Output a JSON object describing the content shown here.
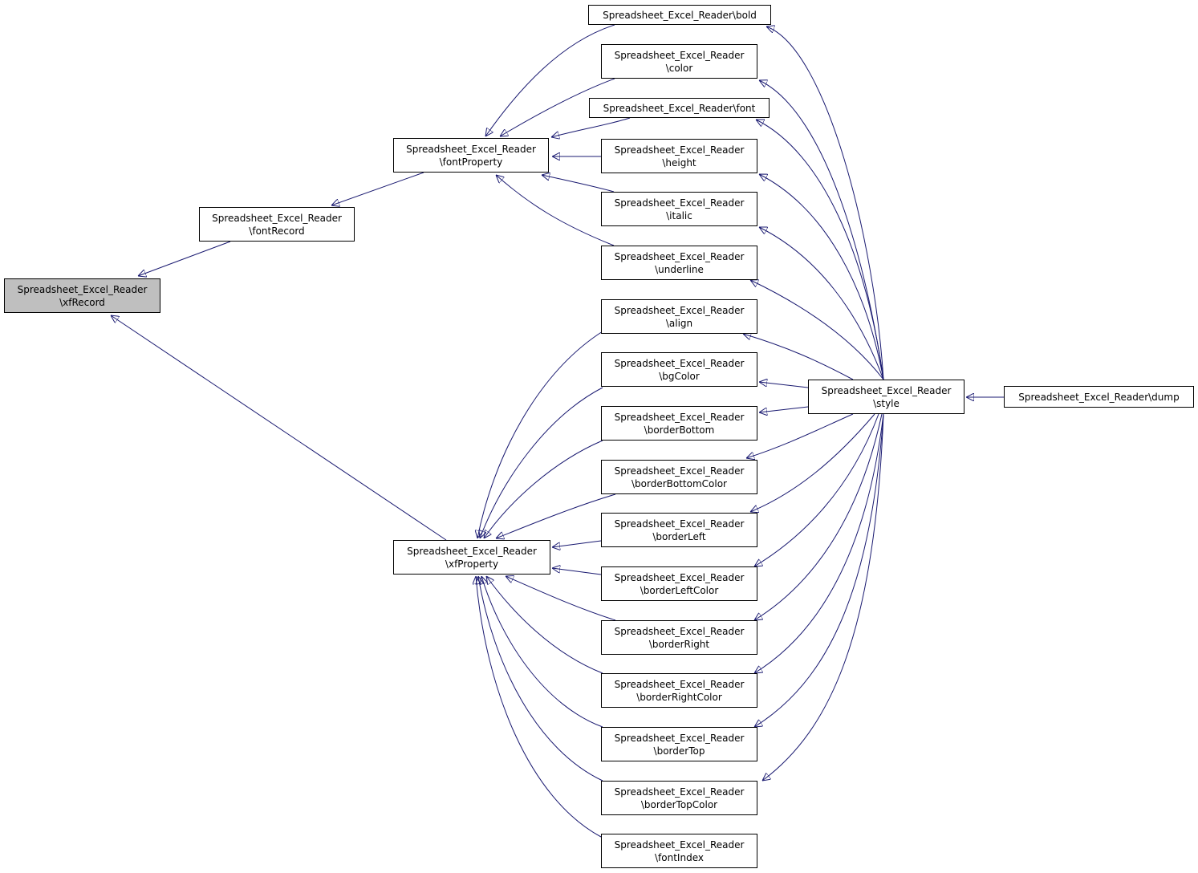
{
  "diagram": {
    "colors": {
      "edge": "#191970",
      "node_border": "#000000",
      "node_fill": "#ffffff",
      "focus_fill": "#bfbfbf"
    },
    "nodes": [
      {
        "id": "xfRecord",
        "lines": [
          "Spreadsheet_Excel_Reader",
          "\\xfRecord"
        ],
        "focus": true
      },
      {
        "id": "fontRecord",
        "lines": [
          "Spreadsheet_Excel_Reader",
          "\\fontRecord"
        ]
      },
      {
        "id": "fontProperty",
        "lines": [
          "Spreadsheet_Excel_Reader",
          "\\fontProperty"
        ]
      },
      {
        "id": "xfProperty",
        "lines": [
          "Spreadsheet_Excel_Reader",
          "\\xfProperty"
        ]
      },
      {
        "id": "bold",
        "lines": [
          "Spreadsheet_Excel_Reader\\bold"
        ]
      },
      {
        "id": "color",
        "lines": [
          "Spreadsheet_Excel_Reader",
          "\\color"
        ]
      },
      {
        "id": "font",
        "lines": [
          "Spreadsheet_Excel_Reader\\font"
        ]
      },
      {
        "id": "height",
        "lines": [
          "Spreadsheet_Excel_Reader",
          "\\height"
        ]
      },
      {
        "id": "italic",
        "lines": [
          "Spreadsheet_Excel_Reader",
          "\\italic"
        ]
      },
      {
        "id": "underline",
        "lines": [
          "Spreadsheet_Excel_Reader",
          "\\underline"
        ]
      },
      {
        "id": "align",
        "lines": [
          "Spreadsheet_Excel_Reader",
          "\\align"
        ]
      },
      {
        "id": "bgColor",
        "lines": [
          "Spreadsheet_Excel_Reader",
          "\\bgColor"
        ]
      },
      {
        "id": "borderBottom",
        "lines": [
          "Spreadsheet_Excel_Reader",
          "\\borderBottom"
        ]
      },
      {
        "id": "borderBottomColor",
        "lines": [
          "Spreadsheet_Excel_Reader",
          "\\borderBottomColor"
        ]
      },
      {
        "id": "borderLeft",
        "lines": [
          "Spreadsheet_Excel_Reader",
          "\\borderLeft"
        ]
      },
      {
        "id": "borderLeftColor",
        "lines": [
          "Spreadsheet_Excel_Reader",
          "\\borderLeftColor"
        ]
      },
      {
        "id": "borderRight",
        "lines": [
          "Spreadsheet_Excel_Reader",
          "\\borderRight"
        ]
      },
      {
        "id": "borderRightColor",
        "lines": [
          "Spreadsheet_Excel_Reader",
          "\\borderRightColor"
        ]
      },
      {
        "id": "borderTop",
        "lines": [
          "Spreadsheet_Excel_Reader",
          "\\borderTop"
        ]
      },
      {
        "id": "borderTopColor",
        "lines": [
          "Spreadsheet_Excel_Reader",
          "\\borderTopColor"
        ]
      },
      {
        "id": "fontIndex",
        "lines": [
          "Spreadsheet_Excel_Reader",
          "\\fontIndex"
        ]
      },
      {
        "id": "style",
        "lines": [
          "Spreadsheet_Excel_Reader",
          "\\style"
        ]
      },
      {
        "id": "dump",
        "lines": [
          "Spreadsheet_Excel_Reader\\dump"
        ]
      }
    ],
    "edges": [
      {
        "from": "fontRecord",
        "to": "xfRecord"
      },
      {
        "from": "xfProperty",
        "to": "xfRecord"
      },
      {
        "from": "fontProperty",
        "to": "fontRecord"
      },
      {
        "from": "bold",
        "to": "fontProperty"
      },
      {
        "from": "color",
        "to": "fontProperty"
      },
      {
        "from": "font",
        "to": "fontProperty"
      },
      {
        "from": "height",
        "to": "fontProperty"
      },
      {
        "from": "italic",
        "to": "fontProperty"
      },
      {
        "from": "underline",
        "to": "fontProperty"
      },
      {
        "from": "align",
        "to": "xfProperty"
      },
      {
        "from": "bgColor",
        "to": "xfProperty"
      },
      {
        "from": "borderBottom",
        "to": "xfProperty"
      },
      {
        "from": "borderBottomColor",
        "to": "xfProperty"
      },
      {
        "from": "borderLeft",
        "to": "xfProperty"
      },
      {
        "from": "borderLeftColor",
        "to": "xfProperty"
      },
      {
        "from": "borderRight",
        "to": "xfProperty"
      },
      {
        "from": "borderRightColor",
        "to": "xfProperty"
      },
      {
        "from": "borderTop",
        "to": "xfProperty"
      },
      {
        "from": "borderTopColor",
        "to": "xfProperty"
      },
      {
        "from": "fontIndex",
        "to": "xfProperty"
      },
      {
        "from": "style",
        "to": "bold"
      },
      {
        "from": "style",
        "to": "color"
      },
      {
        "from": "style",
        "to": "font"
      },
      {
        "from": "style",
        "to": "height"
      },
      {
        "from": "style",
        "to": "italic"
      },
      {
        "from": "style",
        "to": "underline"
      },
      {
        "from": "style",
        "to": "align"
      },
      {
        "from": "style",
        "to": "bgColor"
      },
      {
        "from": "style",
        "to": "borderBottom"
      },
      {
        "from": "style",
        "to": "borderBottomColor"
      },
      {
        "from": "style",
        "to": "borderLeft"
      },
      {
        "from": "style",
        "to": "borderLeftColor"
      },
      {
        "from": "style",
        "to": "borderRight"
      },
      {
        "from": "style",
        "to": "borderRightColor"
      },
      {
        "from": "style",
        "to": "borderTop"
      },
      {
        "from": "style",
        "to": "borderTopColor"
      },
      {
        "from": "dump",
        "to": "style"
      }
    ]
  }
}
